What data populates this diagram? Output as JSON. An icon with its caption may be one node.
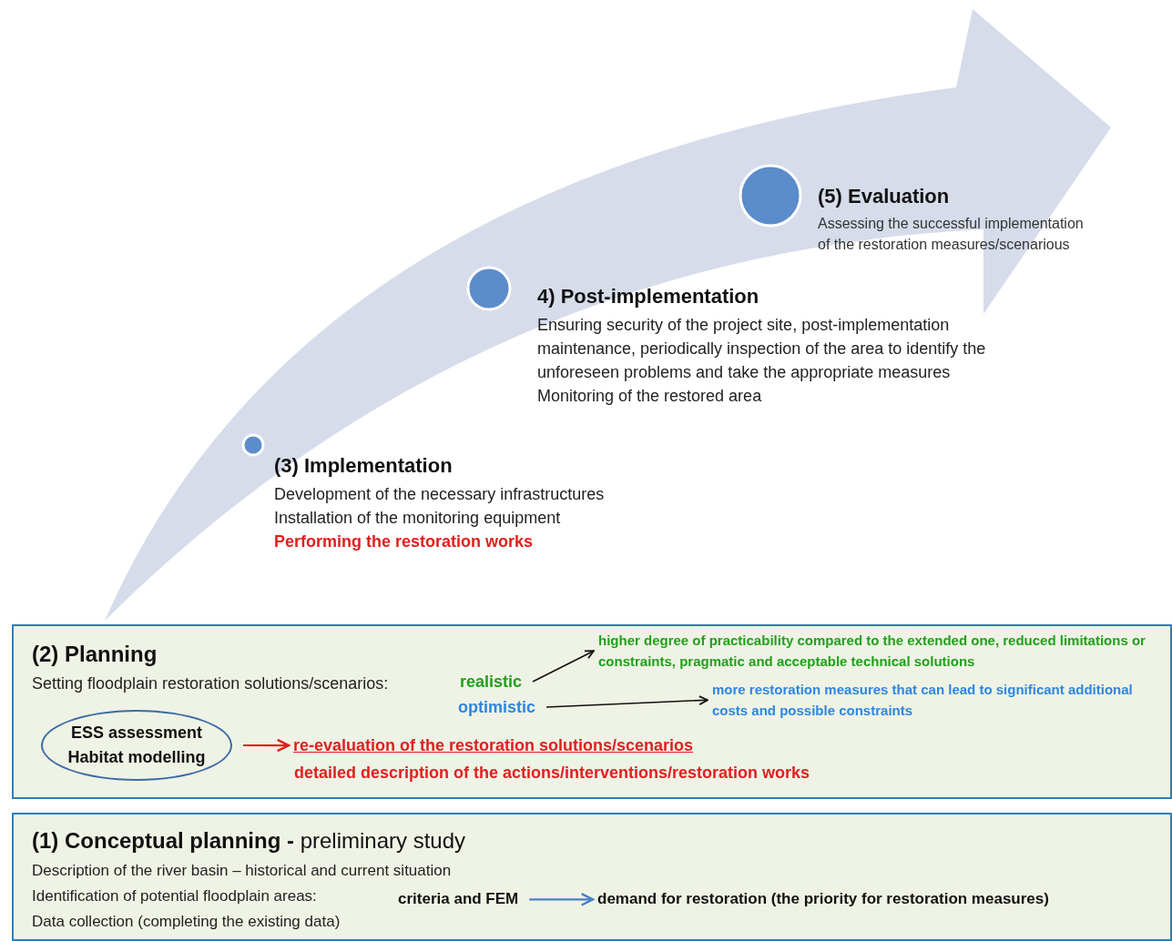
{
  "diagram": {
    "nodes": [
      {
        "text": [],
        "shape": "circle",
        "beside": [
          "(5) Evaluation",
          "Assessing the successful implementation of the restoration measures/scenarious"
        ]
      },
      {
        "text": [],
        "shape": "circle",
        "beside": [
          "4) Post-implementation",
          "Ensuring security of the project site, post-implementation maintenance, periodically inspection of the area to identify the unforeseen problems and take the appropriate measures",
          "Monitoring of the restored area"
        ]
      },
      {
        "text": [],
        "shape": "circle",
        "beside": [
          "(3) Implementation",
          "Development of the necessary infrastructures",
          "Installation of the monitoring equipment",
          "Performing the restoration works"
        ]
      },
      {
        "text": [
          "(2) Planning",
          "Setting floodplain restoration solutions/scenarios:"
        ]
      },
      {
        "text": [
          "higher degree of practicability  compared to the extended one, reduced limitations  or constraints, pragmatic and acceptable technical solutions"
        ],
        "in": 3
      },
      {
        "text": [
          "realistic"
        ],
        "in": 3
      },
      {
        "text": [
          "optimistic"
        ],
        "in": 3
      },
      {
        "text": [
          "more restoration measures that can lead to significant additional costs and possible constraints"
        ],
        "in": 3
      },
      {
        "text": [
          "ESS assessment Habitat modelling"
        ],
        "in": 3
      },
      {
        "text": [
          "re-evaluation of the restoration solutions/scenarios"
        ],
        "in": 3
      },
      {
        "text": [
          "**(1)  Conceptual planning -** preliminary study",
          "Description of the river basin – historical and current situation",
          "Identification of potential floodplain areas:",
          "Data collection (completing the existing data)"
        ]
      },
      {
        "text": [
          "criteria and FEM"
        ],
        "in": 10
      },
      {
        "text": [
          "demand for restoration (the priority for restoration measures)"
        ],
        "in": 10
      }
    ],
    "edges": [
      {
        "from": 5,
        "to": 4,
        "arrow": "to"
      },
      {
        "from": 6,
        "to": 7,
        "arrow": "to"
      },
      {
        "from": 8,
        "to": 9,
        "arrow": "to",
        "color": "#e02020"
      },
      {
        "from": 11,
        "to": 12,
        "arrow": "to",
        "color": "#4a7fc8"
      }
    ],
    "labels": [
      "detailed description of the actions/interventions/restoration works"
    ]
  }
}
